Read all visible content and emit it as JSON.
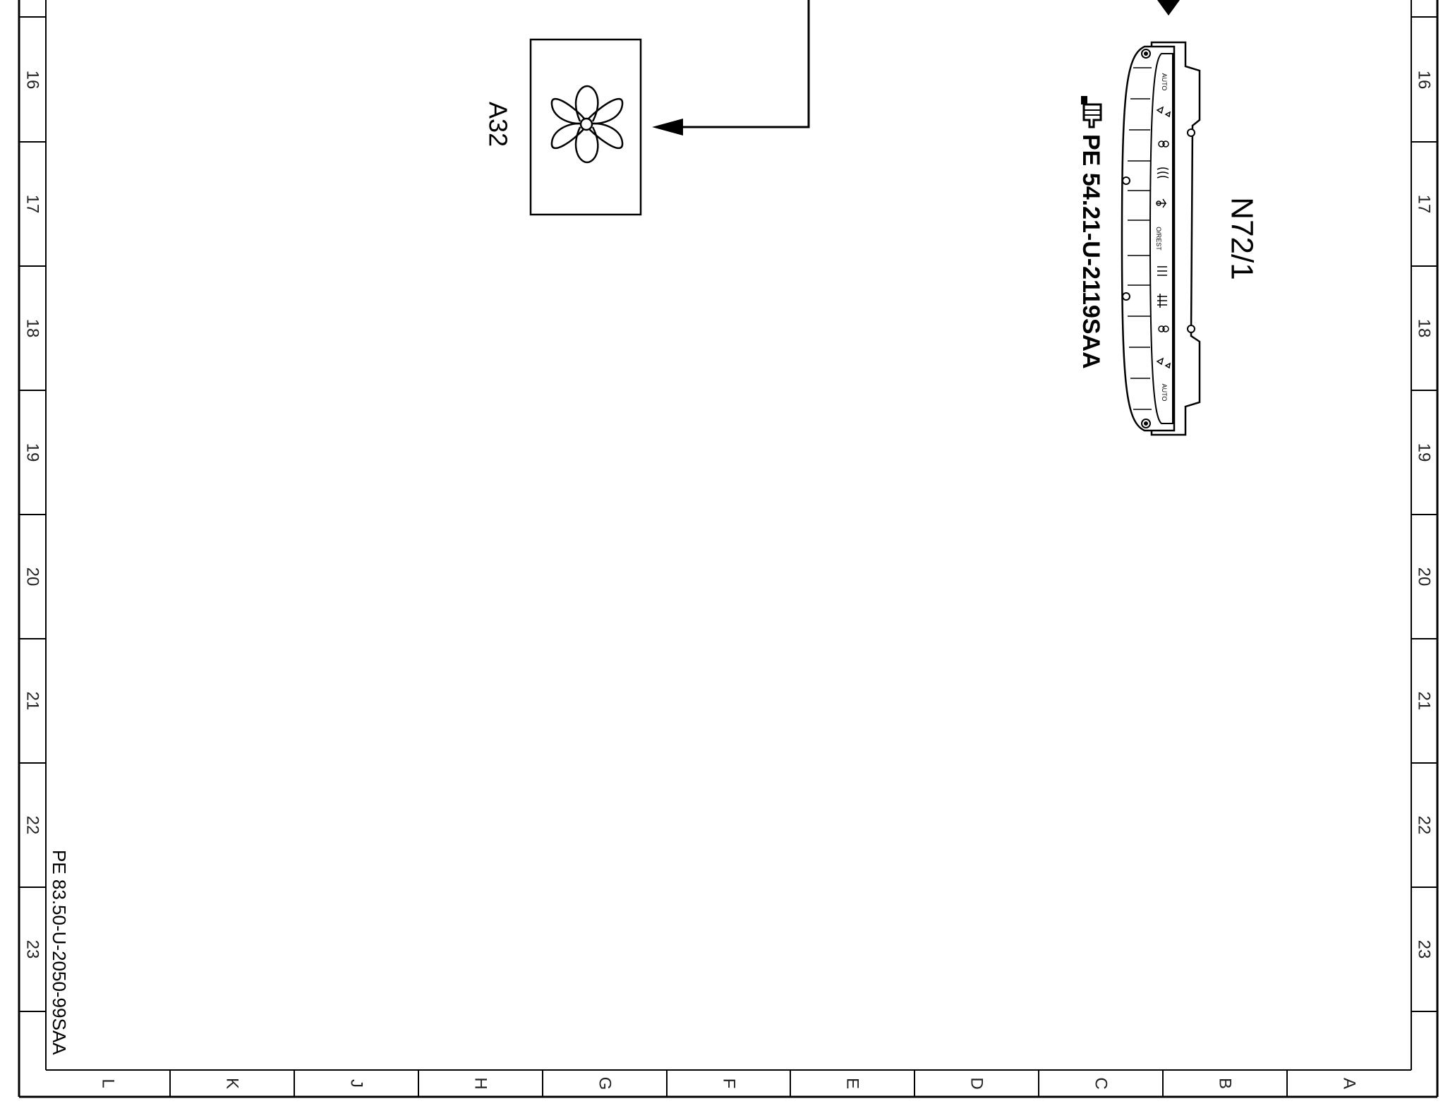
{
  "border": {
    "row_labels": [
      "16",
      "17",
      "18",
      "19",
      "20",
      "21",
      "22",
      "23"
    ],
    "column_labels": [
      "L",
      "K",
      "J",
      "H",
      "G",
      "F",
      "E",
      "D",
      "C",
      "B",
      "A"
    ]
  },
  "components": {
    "blower": {
      "label": "A32",
      "icon": "fan-icon"
    },
    "control_panel": {
      "label": "N72/1",
      "reference": "PE 54.21-U-2119SAA",
      "reference_icon": "pointing-hand-icon",
      "button_labels": [
        "AUTO",
        "O/REST",
        "AUTO"
      ]
    }
  },
  "sheet_reference": "PE 83.50-U-2050-99SAA"
}
